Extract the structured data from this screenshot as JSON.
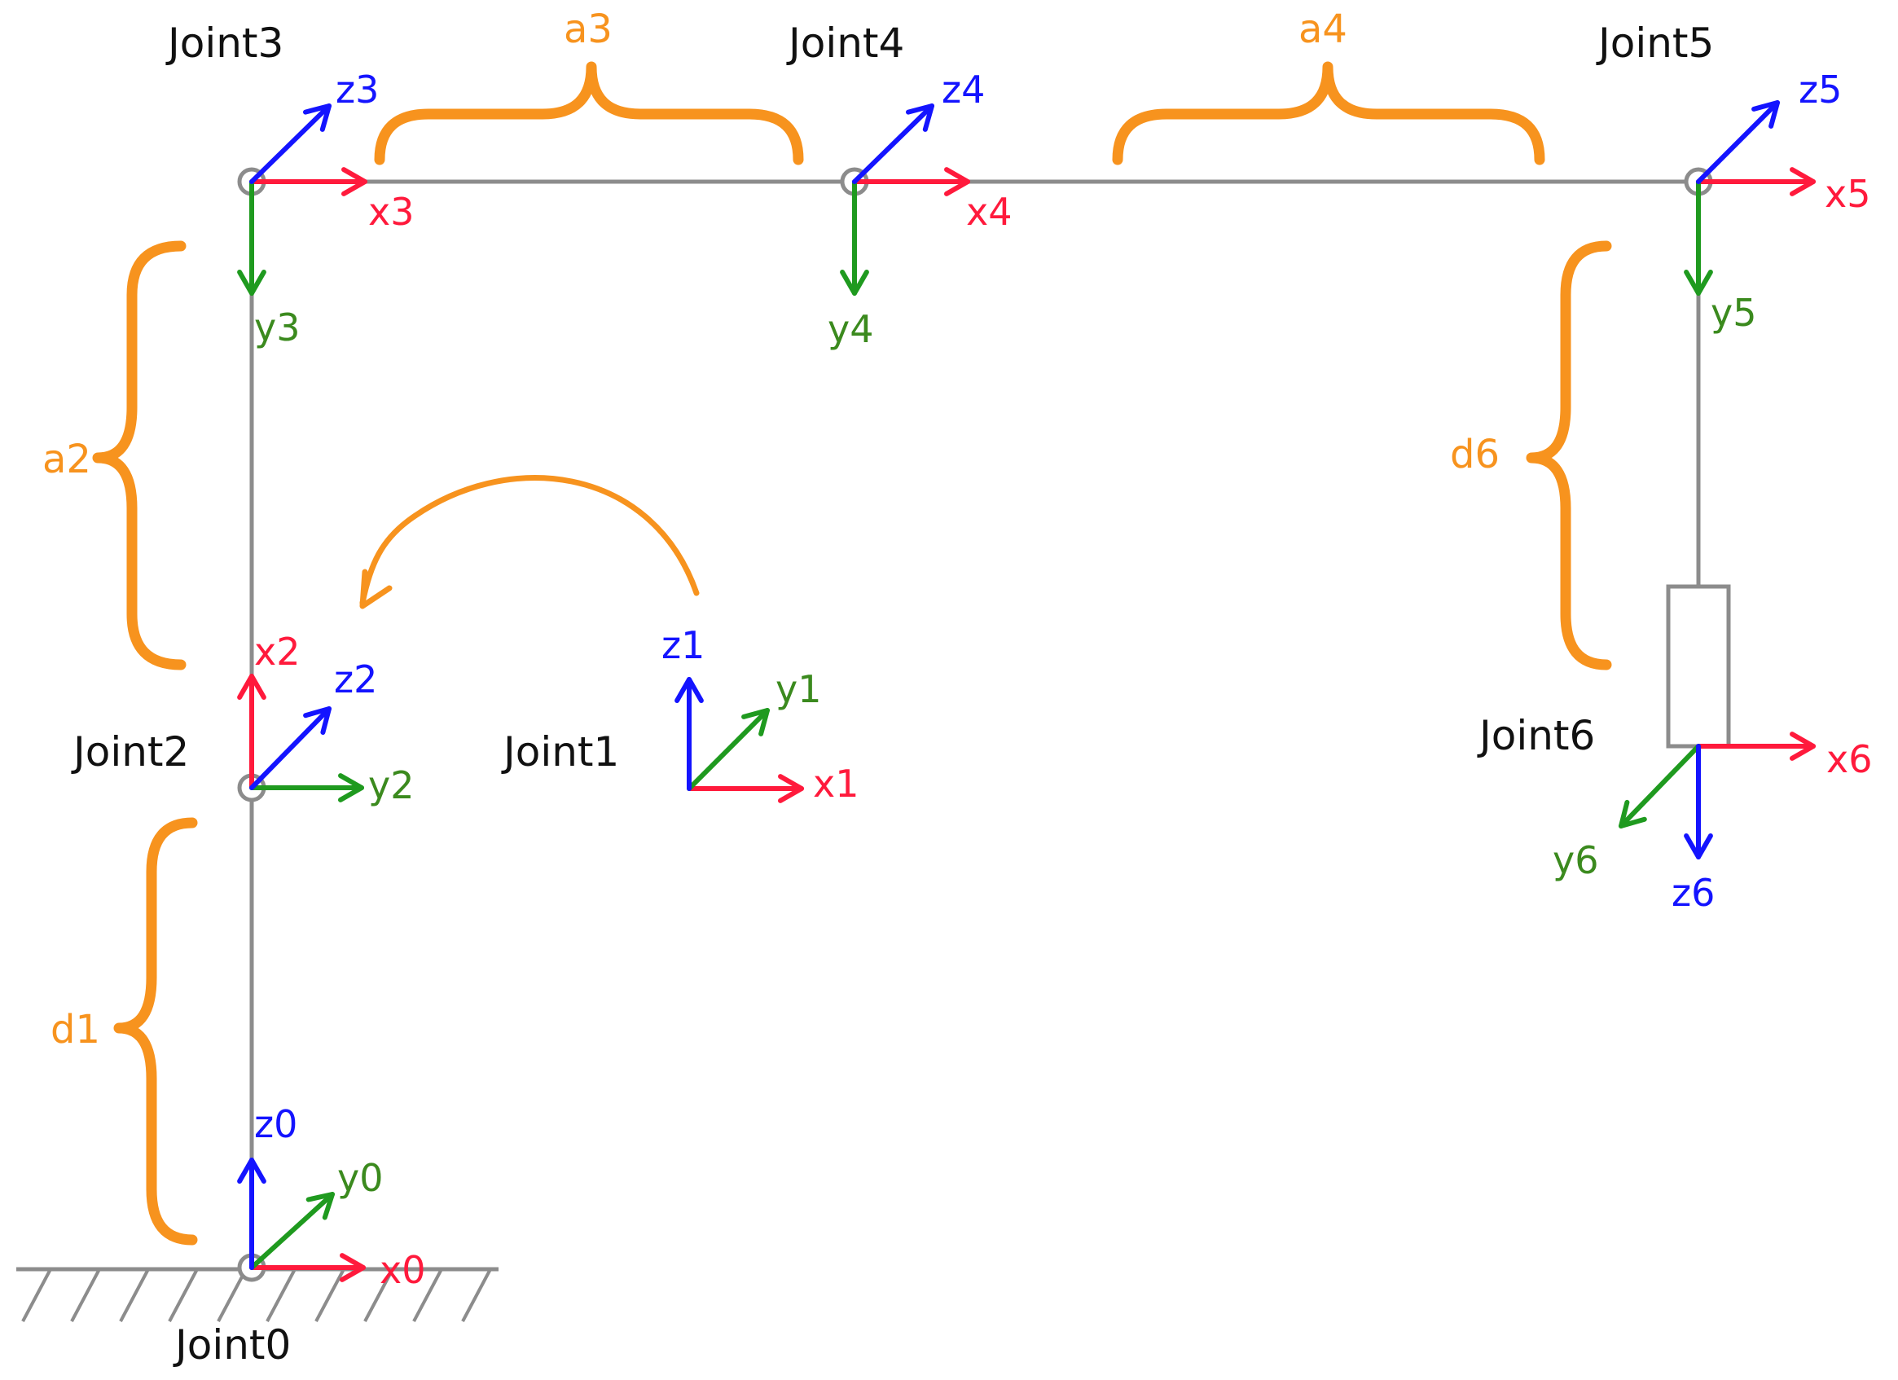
{
  "colors": {
    "x_axis": "#ff1a3c",
    "y_axis": "#1f9a1f",
    "z_axis": "#1414ff",
    "dimension": "#f7931e",
    "link": "#8c8c8c",
    "text": "#111111"
  },
  "joints": {
    "j0": "Joint0",
    "j1": "Joint1",
    "j2": "Joint2",
    "j3": "Joint3",
    "j4": "Joint4",
    "j5": "Joint5",
    "j6": "Joint6"
  },
  "axes": {
    "x0": "x0",
    "y0": "y0",
    "z0": "z0",
    "x1": "x1",
    "y1": "y1",
    "z1": "z1",
    "x2": "x2",
    "y2": "y2",
    "z2": "z2",
    "x3": "x3",
    "y3": "y3",
    "z3": "z3",
    "x4": "x4",
    "y4": "y4",
    "z4": "z4",
    "x5": "x5",
    "y5": "y5",
    "z5": "z5",
    "x6": "x6",
    "y6": "y6",
    "z6": "z6"
  },
  "dimensions": {
    "d1": "d1",
    "a2": "a2",
    "a3": "a3",
    "a4": "a4",
    "d6": "d6"
  }
}
